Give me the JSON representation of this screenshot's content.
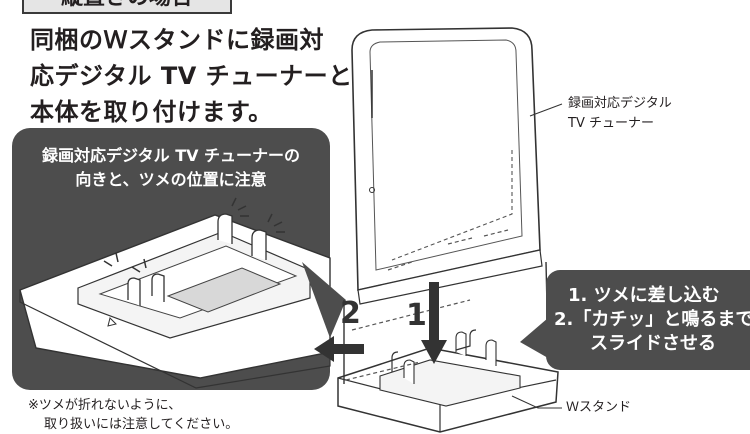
{
  "section_tab": "縦置きの場合",
  "heading_lines": [
    "同梱のＷスタンドに録画対",
    "応デジタル TV チューナーと",
    "本体を取り付けます。"
  ],
  "zoom_panel": {
    "title_lines": [
      "録画対応デジタル TV チューナーの",
      "向きと、ツメの位置に注意"
    ]
  },
  "callout": {
    "lines": [
      "1. ツメに差し込む",
      "2.「カチッ」と鳴るまで",
      "スライドさせる"
    ]
  },
  "labels": {
    "tuner_line1": "録画対応デジタル",
    "tuner_line2": "TV チューナー",
    "stand": "Ｗスタンド"
  },
  "step_numbers": [
    "1",
    "2"
  ],
  "note_lines": [
    "※ツメが折れないように、",
    "取り扱いには注意してください。"
  ],
  "colors": {
    "panel": "#4d4d4d",
    "tab_bg": "#e5e5e5",
    "text": "#231f20"
  }
}
